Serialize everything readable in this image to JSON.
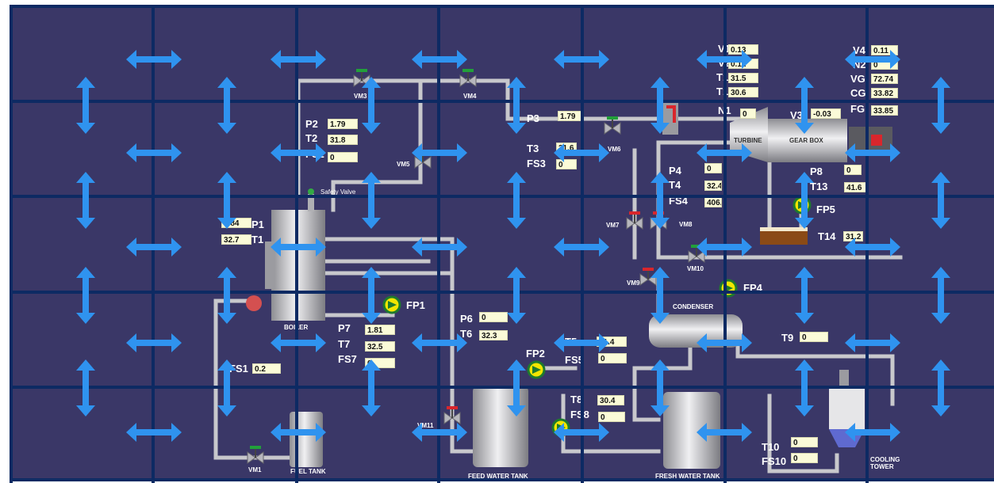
{
  "colors": {
    "background": "#3a3767",
    "grid": "#0d2a63",
    "pipe": "#c8c8cc",
    "value_box": "#fbfbd8",
    "arrow": "#2f93ef",
    "pump": "#f2e600",
    "valve_handle_green": "#22a03a",
    "valve_handle_red": "#d9262c"
  },
  "components": {
    "vm1": "VM1",
    "vm3": "VM3",
    "vm4": "VM4",
    "vm5": "VM5",
    "vm6": "VM6",
    "vm7": "VM7",
    "vm8": "VM8",
    "vm9": "VM9",
    "vm10": "VM10",
    "vm11": "VM11",
    "fp1": "FP1",
    "fp2": "FP2",
    "fp4": "FP4",
    "fp5": "FP5",
    "boiler": "BOILER",
    "fuel_tank": "FUEL TANK",
    "feed_water_tank": "FEED WATER TANK",
    "fresh_water_tank": "FRESH WATER TANK",
    "condenser": "CONDENSER",
    "cooling_tower": "COOLING TOWER",
    "turbine": "TURBINE",
    "gear_box": "GEAR BOX",
    "safety_valve": "Safety Valve"
  },
  "readings": {
    "v1": {
      "label": "V1",
      "value": "0.13"
    },
    "v2": {
      "label": "V2",
      "value": "0.12"
    },
    "t11": {
      "label": "T11",
      "value": "31.5"
    },
    "t12": {
      "label": "T12",
      "value": "30.6"
    },
    "n1": {
      "label": "N1",
      "value": "0"
    },
    "v4": {
      "label": "V4",
      "value": "0.11"
    },
    "n2": {
      "label": "N2",
      "value": "0"
    },
    "vg": {
      "label": "VG",
      "value": "72.74"
    },
    "cg": {
      "label": "CG",
      "value": "33.82"
    },
    "fg": {
      "label": "FG",
      "value": "33.85"
    },
    "v3": {
      "label": "V3",
      "value": "-0.03"
    },
    "p2": {
      "label": "P2",
      "value": "1.79"
    },
    "t2": {
      "label": "T2",
      "value": "31.8"
    },
    "fs2": {
      "label": "FS2",
      "value": "0"
    },
    "p3": {
      "label": "P3",
      "value": "1.79"
    },
    "t3": {
      "label": "T3",
      "value": "31.6"
    },
    "fs3": {
      "label": "FS3",
      "value": "0"
    },
    "p4": {
      "label": "P4",
      "value": "0"
    },
    "t4": {
      "label": "T4",
      "value": "32.4"
    },
    "fs4": {
      "label": "FS4",
      "value": "406.4"
    },
    "p8": {
      "label": "P8",
      "value": "0"
    },
    "t13": {
      "label": "T13",
      "value": "41.6"
    },
    "t14": {
      "label": "T14",
      "value": "31.2"
    },
    "p1": {
      "label": "P1",
      "value": "1.84"
    },
    "t1": {
      "label": "T1",
      "value": "32.7"
    },
    "p7": {
      "label": "P7",
      "value": "1.81"
    },
    "t7": {
      "label": "T7",
      "value": "32.5"
    },
    "fs7": {
      "label": "FS7",
      "value": "0"
    },
    "p6": {
      "label": "P6",
      "value": "0"
    },
    "t6": {
      "label": "T6",
      "value": "32.3"
    },
    "t5": {
      "label": "T5",
      "value": "31.4"
    },
    "fs5": {
      "label": "FS5",
      "value": "0"
    },
    "t9": {
      "label": "T9",
      "value": "0"
    },
    "fs1": {
      "label": "FS1",
      "value": "0.2"
    },
    "t8": {
      "label": "T8",
      "value": "30.4"
    },
    "fs8": {
      "label": "FS8",
      "value": "0"
    },
    "t10": {
      "label": "T10",
      "value": "0"
    },
    "fs10": {
      "label": "FS10",
      "value": "0"
    }
  }
}
